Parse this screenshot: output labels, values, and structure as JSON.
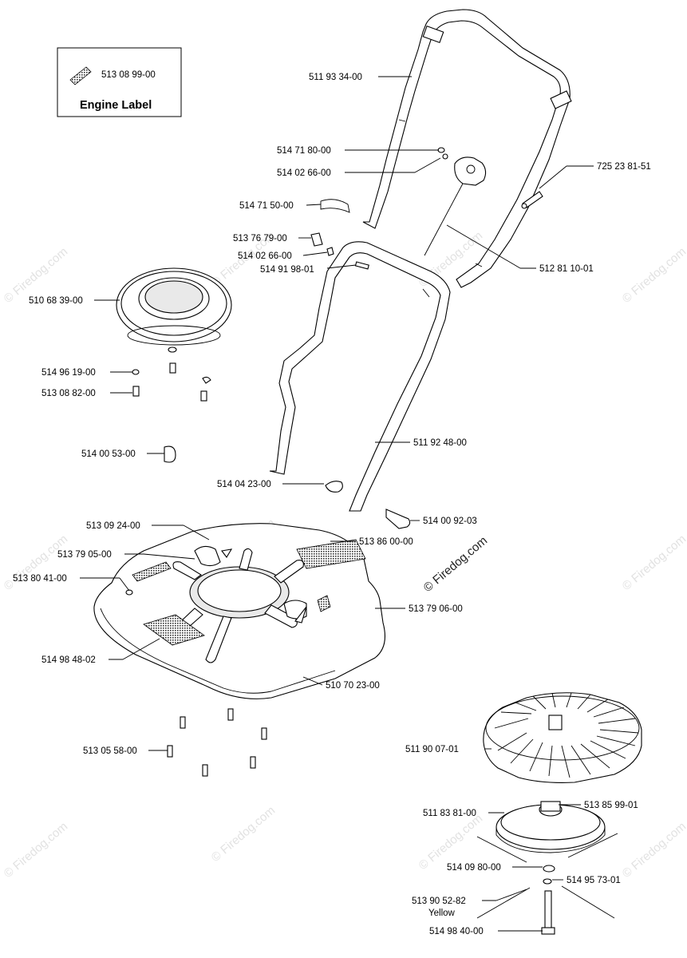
{
  "legend": {
    "part_number": "513 08 99-00",
    "caption": "Engine Label"
  },
  "watermark": {
    "text": "© Firedog.com"
  },
  "parts": [
    {
      "id": "p1",
      "number": "511 93 34-00"
    },
    {
      "id": "p2",
      "number": "514 71 80-00"
    },
    {
      "id": "p3",
      "number": "514 02 66-00"
    },
    {
      "id": "p4",
      "number": "725 23 81-51"
    },
    {
      "id": "p5",
      "number": "514 71 50-00"
    },
    {
      "id": "p6",
      "number": "513 76 79-00"
    },
    {
      "id": "p7",
      "number": "514 02 66-00"
    },
    {
      "id": "p8",
      "number": "514 91 98-01"
    },
    {
      "id": "p9",
      "number": "512 81 10-01"
    },
    {
      "id": "p10",
      "number": "510 68 39-00"
    },
    {
      "id": "p11",
      "number": "514 96 19-00"
    },
    {
      "id": "p12",
      "number": "513 08 82-00"
    },
    {
      "id": "p13",
      "number": "514 00 53-00"
    },
    {
      "id": "p14",
      "number": "511 92 48-00"
    },
    {
      "id": "p15",
      "number": "514 04 23-00"
    },
    {
      "id": "p16",
      "number": "514 00 92-03"
    },
    {
      "id": "p17",
      "number": "513 09 24-00"
    },
    {
      "id": "p18",
      "number": "513 86 00-00"
    },
    {
      "id": "p19",
      "number": "513 79 05-00"
    },
    {
      "id": "p20",
      "number": "513 80 41-00"
    },
    {
      "id": "p21",
      "number": "513 79 06-00"
    },
    {
      "id": "p22",
      "number": "514 98 48-02"
    },
    {
      "id": "p23",
      "number": "510 70 23-00"
    },
    {
      "id": "p24",
      "number": "513 05 58-00"
    },
    {
      "id": "p25",
      "number": "511 90 07-01"
    },
    {
      "id": "p26",
      "number": "511 83 81-00"
    },
    {
      "id": "p27",
      "number": "513 85 99-01"
    },
    {
      "id": "p28",
      "number": "514 09 80-00"
    },
    {
      "id": "p29",
      "number": "514 95 73-01"
    },
    {
      "id": "p30",
      "number": "513 90 52-82"
    },
    {
      "id": "p31",
      "number": "514 98 40-00"
    }
  ],
  "notes": {
    "yellow": "Yellow"
  }
}
